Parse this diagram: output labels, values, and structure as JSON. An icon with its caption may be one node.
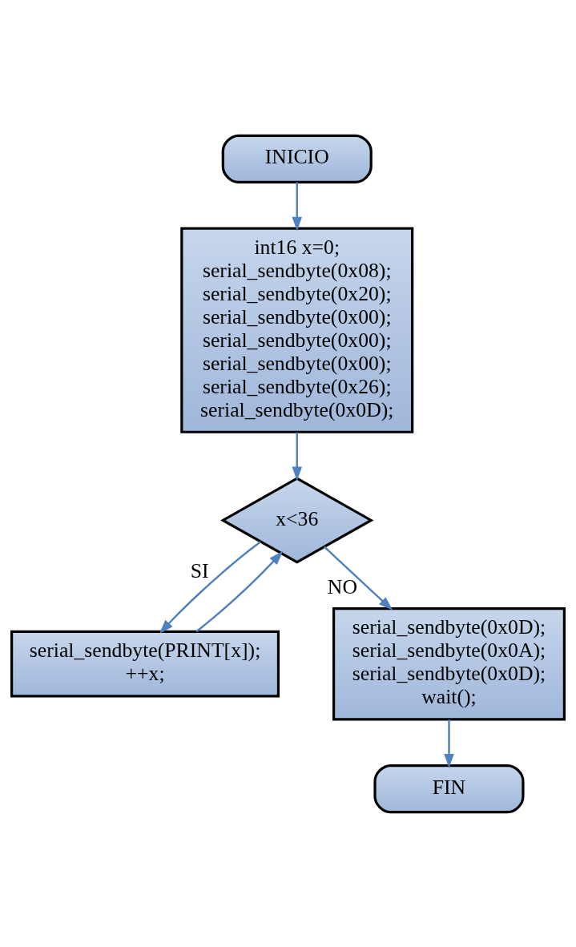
{
  "diagram": {
    "nodes": [
      {
        "text": [
          "INICIO"
        ]
      },
      {
        "text": [
          "int16 x=0; serial_sendbyte(0x08); serial_sendbyte(0x20); serial_sendbyte(0x00); serial_sendbyte(0x00); serial_sendbyte(0x00); serial_sendbyte(0x26); serial_sendbyte(0x0D);"
        ]
      },
      {
        "text": [
          "x<36"
        ]
      },
      {
        "text": [
          "serial_sendbyte(PRINT[x]); ++x;"
        ]
      },
      {
        "text": [
          "serial_sendbyte(0x0D); serial_sendbyte(0x0A); serial_sendbyte(0x0D); wait();"
        ]
      },
      {
        "text": [
          "FIN"
        ]
      }
    ],
    "edges": [
      {
        "from": 0,
        "to": 1,
        "arrow": "to"
      },
      {
        "from": 1,
        "to": 2,
        "arrow": "to"
      },
      {
        "from": 2,
        "to": 3,
        "arrow": "to",
        "label": "SI"
      },
      {
        "from": 3,
        "to": 2,
        "arrow": "to"
      },
      {
        "from": 2,
        "to": 4,
        "arrow": "to",
        "label": "NO"
      },
      {
        "from": 4,
        "to": 5,
        "arrow": "to"
      }
    ]
  }
}
